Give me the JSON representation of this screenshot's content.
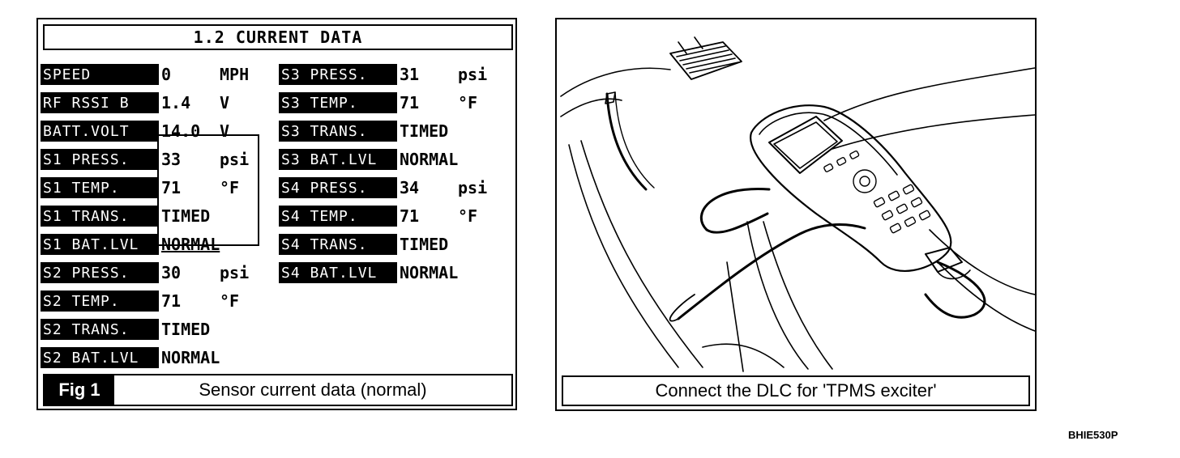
{
  "screen": {
    "title": "1.2 CURRENT DATA",
    "left_column": [
      {
        "label": "SPEED",
        "value": "0",
        "unit": "MPH"
      },
      {
        "label": "RF RSSI B",
        "value": "1.4",
        "unit": "V"
      },
      {
        "label": "BATT.VOLT",
        "value": "14.0",
        "unit": "V"
      },
      {
        "label": "S1 PRESS.",
        "value": "33",
        "unit": "psi"
      },
      {
        "label": "S1 TEMP.",
        "value": "71",
        "unit": "°F"
      },
      {
        "label": "S1 TRANS.",
        "value": "TIMED",
        "unit": ""
      },
      {
        "label": "S1 BAT.LVL",
        "value": "NORMAL",
        "unit": ""
      },
      {
        "label": "S2 PRESS.",
        "value": "30",
        "unit": "psi"
      },
      {
        "label": "S2 TEMP.",
        "value": "71",
        "unit": "°F"
      },
      {
        "label": "S2 TRANS.",
        "value": "TIMED",
        "unit": ""
      },
      {
        "label": "S2 BAT.LVL",
        "value": "NORMAL",
        "unit": ""
      }
    ],
    "right_column": [
      {
        "label": "S3 PRESS.",
        "value": "31",
        "unit": "psi"
      },
      {
        "label": "S3 TEMP.",
        "value": "71",
        "unit": "°F"
      },
      {
        "label": "S3 TRANS.",
        "value": "TIMED",
        "unit": ""
      },
      {
        "label": "S3 BAT.LVL",
        "value": "NORMAL",
        "unit": ""
      },
      {
        "label": "S4 PRESS.",
        "value": "34",
        "unit": "psi"
      },
      {
        "label": "S4 TEMP.",
        "value": "71",
        "unit": "°F"
      },
      {
        "label": "S4 TRANS.",
        "value": "TIMED",
        "unit": ""
      },
      {
        "label": "S4 BAT.LVL",
        "value": "NORMAL",
        "unit": ""
      }
    ]
  },
  "fig1": {
    "tag": "Fig 1",
    "caption": "Sensor current data (normal)"
  },
  "illustration": {
    "caption": "Connect the DLC for 'TPMS exciter'"
  },
  "reference_code": "BHIE530P"
}
